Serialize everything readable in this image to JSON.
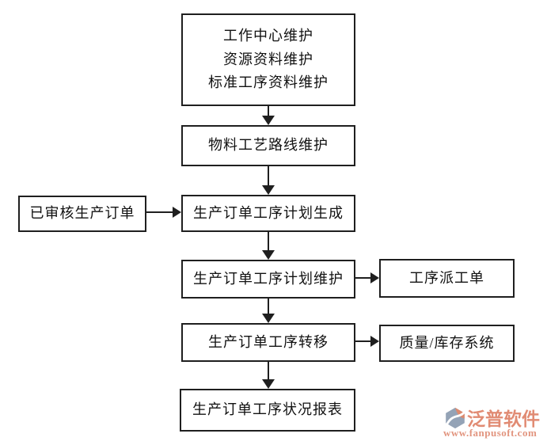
{
  "diagram": {
    "nodes": {
      "master_data": {
        "lines": [
          "工作中心维护",
          "资源资料维护",
          "标准工序资料维护"
        ]
      },
      "routing": {
        "label": "物料工艺路线维护"
      },
      "approved_order": {
        "label": "已审核生产订单"
      },
      "plan_generate": {
        "label": "生产订单工序计划生成"
      },
      "plan_maintain": {
        "label": "生产订单工序计划维护"
      },
      "dispatch_ticket": {
        "label": "工序派工单"
      },
      "transfer": {
        "label": "生产订单工序转移"
      },
      "quality_inventory": {
        "label": "质量/库存系统"
      },
      "status_report": {
        "label": "生产订单工序状况报表"
      }
    },
    "edges": [
      {
        "from": "master_data",
        "to": "routing",
        "direction": "down"
      },
      {
        "from": "routing",
        "to": "plan_generate",
        "direction": "down"
      },
      {
        "from": "approved_order",
        "to": "plan_generate",
        "direction": "right"
      },
      {
        "from": "plan_generate",
        "to": "plan_maintain",
        "direction": "down"
      },
      {
        "from": "plan_maintain",
        "to": "dispatch_ticket",
        "direction": "right"
      },
      {
        "from": "plan_maintain",
        "to": "transfer",
        "direction": "down"
      },
      {
        "from": "transfer",
        "to": "quality_inventory",
        "direction": "right"
      },
      {
        "from": "transfer",
        "to": "status_report",
        "direction": "down"
      }
    ],
    "colors": {
      "line": "#1f1f1f",
      "box_fill": "#ffffff",
      "text": "#111111"
    }
  },
  "watermark": {
    "brand": "泛普软件",
    "url": "www.fanpusoft.com",
    "logo_icon": "hexagon-swoosh-icon",
    "colors": {
      "brand_text": "#e18b73",
      "url_text": "#e2957f",
      "icon_gray": "#94a3b6",
      "icon_salmon": "#dd8a6e"
    }
  }
}
